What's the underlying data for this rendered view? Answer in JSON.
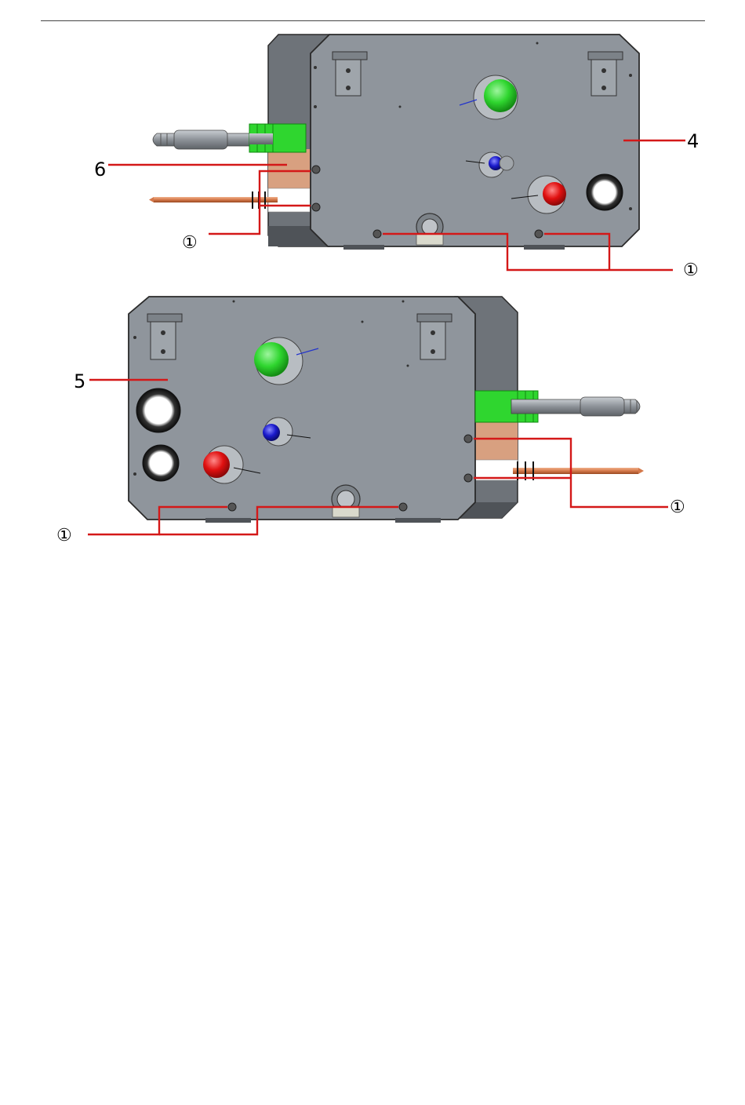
{
  "figure": {
    "top_view": {
      "part_label_cover": "4",
      "part_label_plate": "6",
      "screw_marker_left": "①",
      "screw_marker_right": "①"
    },
    "bottom_view": {
      "part_label_cover": "5",
      "screw_marker_left": "①",
      "screw_marker_right": "①"
    }
  },
  "colors": {
    "callout_line": "#d41818",
    "housing_face": "#8f959c",
    "housing_side": "#6e7379",
    "housing_base": "#4f5358",
    "indicator_green": "#2fd62f",
    "indicator_red": "#e01010",
    "indicator_blue": "#1a1acc",
    "copper_pin": "#d4784a",
    "grommet": "#1e1e1e",
    "plate_copper": "#d8a080"
  }
}
